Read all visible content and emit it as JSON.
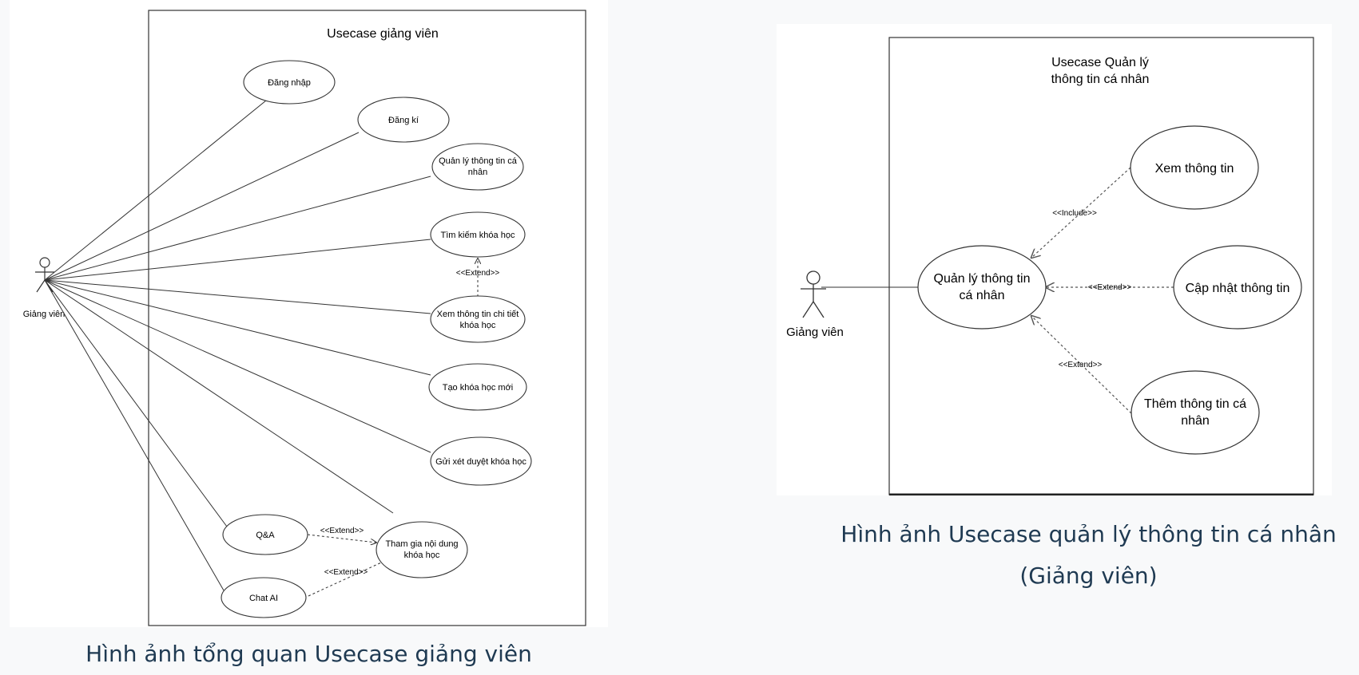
{
  "left_diagram": {
    "title": "Usecase giảng viên",
    "actor": "Giảng viên",
    "usecases": {
      "login": "Đăng nhập",
      "register": "Đăng kí",
      "profile": [
        "Quản lý thông tin cá",
        "nhân"
      ],
      "search": "Tìm kiếm khóa học",
      "detail": [
        "Xem thông tin chi tiết",
        "khóa học"
      ],
      "create": "Tạo khóa học mới",
      "submit": "Gửi xét duyệt khóa học",
      "qa": "Q&A",
      "chat": "Chat AI",
      "join": [
        "Tham gia nội dung",
        "khóa học"
      ]
    },
    "relations": {
      "extend_detail": "<<Extend>>",
      "extend_qa": "<<Extend>>",
      "extend_chat": "<<Extend>>"
    }
  },
  "right_diagram": {
    "title": [
      "Usecase Quản lý",
      "thông tin cá nhân"
    ],
    "actor": "Giảng viên",
    "usecases": {
      "manage": [
        "Quản lý thông tin",
        "cá nhân"
      ],
      "view": "Xem thông tin",
      "update": "Cập nhật thông tin",
      "add": [
        "Thêm thông tin cá",
        "nhân"
      ]
    },
    "relations": {
      "include_view": "<<Include>>",
      "extend_update": "<<Extend>>",
      "extend_add": "<<Extend>>"
    }
  },
  "captions": {
    "left": "Hình ảnh tổng quan Usecase giảng viên",
    "right": "Hình ảnh Usecase quản lý thông tin cá nhân (Giảng viên)"
  }
}
